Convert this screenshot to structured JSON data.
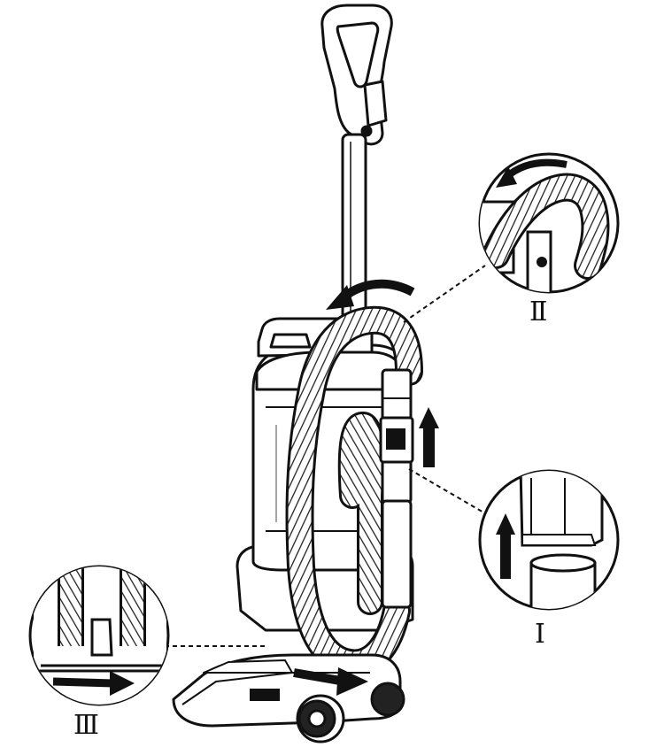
{
  "callouts": [
    {
      "id": "I",
      "label": "Ⅰ"
    },
    {
      "id": "II",
      "label": "Ⅱ"
    },
    {
      "id": "III",
      "label": "Ⅲ"
    }
  ],
  "colors": {
    "line": "#111111",
    "fill": "#ffffff",
    "gray": "#8a8a8a",
    "dark": "#1a1a1a"
  }
}
